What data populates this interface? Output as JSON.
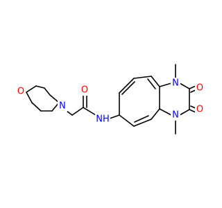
{
  "molecule": {
    "colors": {
      "bond": "#000000",
      "oxygen": "#ff0000",
      "nitrogen": "#0000ff"
    },
    "atoms": {
      "morpholine_o": "O",
      "morpholine_n": "N",
      "amide_o": "O",
      "amide_nh": "NH",
      "ring_n1": "N",
      "ring_n4": "N",
      "carbonyl_o2": "O",
      "carbonyl_o3": "O"
    }
  }
}
